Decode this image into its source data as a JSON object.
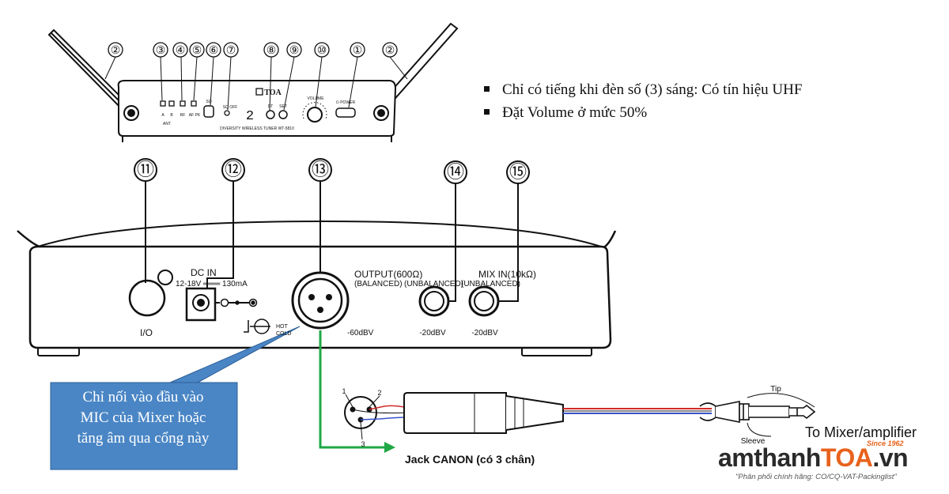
{
  "front_panel": {
    "callouts": [
      "②",
      "③",
      "④",
      "⑤",
      "⑥",
      "⑦",
      "⑧",
      "⑨",
      "⑩",
      "①",
      "②"
    ],
    "labels": {
      "a": "A",
      "b": "B",
      "ant": "ANT",
      "rf": "RF",
      "af_pk": "AF PK",
      "sq": "SQ",
      "sq_off": "SQ OFF",
      "ch": "2",
      "brand": "TOA",
      "volume": "VOLUME",
      "power": "⏻ POWER",
      "ch_dn": "DT",
      "ch_up": "SET",
      "model": "DIVERSITY WIRELESS TUNER WT-5810"
    }
  },
  "notes": [
    "Chỉ có tiếng khi đèn số (3) sáng: Có tín hiệu UHF",
    "Đặt Volume ở mức 50%"
  ],
  "rear_panel": {
    "callouts": [
      "⑪",
      "⑫",
      "⑬",
      "⑭",
      "⑮"
    ],
    "labels": {
      "dc_in": "DC IN",
      "dc_volt": "12-18V ═══ 130mA",
      "io": "I/O",
      "output": "OUTPUT(600Ω)",
      "balanced": "(BALANCED)",
      "unbalanced_out": "(UNBALANCED)",
      "mix_in": "MIX IN(10kΩ)",
      "unbalanced_in": "(UNBALANCED)",
      "lvl_out": "-60dBV",
      "lvl_unbal": "-20dBV",
      "lvl_mix": "-20dBV",
      "hot": "HOT",
      "cold": "COLD"
    }
  },
  "callout_box": {
    "lines": [
      "Chỉ nối vào đầu vào",
      "MIC của Mixer hoặc",
      "tăng âm qua cổng này"
    ]
  },
  "cable": {
    "pins": [
      "1",
      "2",
      "3"
    ],
    "tip": "Tip",
    "sleeve": "Sleeve",
    "label": "Jack CANON (có 3 chân)"
  },
  "destination": "To Mixer/amplifier",
  "logo": {
    "prefix": "amthanh",
    "brand": "TOA",
    "suffix": ".vn",
    "since": "Since 1962",
    "tagline": "\"Phân phối chính hãng: CO/CQ-VAT-Packinglist\""
  },
  "colors": {
    "callout_box": "#4a86c5",
    "green_arrow": "#1fa845",
    "wire_red": "#d42a2a",
    "wire_blue": "#3a52c8",
    "logo_orange": "#e8621c"
  }
}
